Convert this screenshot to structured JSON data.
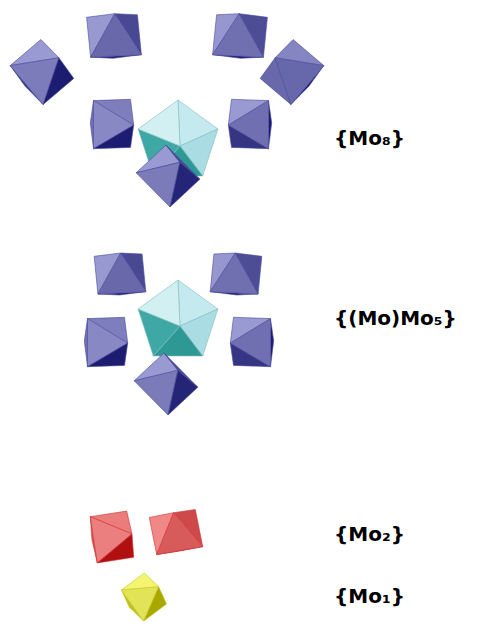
{
  "diagram": {
    "labels": [
      "{Mo₈}",
      "{(Mo)Mo₅}",
      "{Mo₂}",
      "{Mo₁}"
    ]
  }
}
